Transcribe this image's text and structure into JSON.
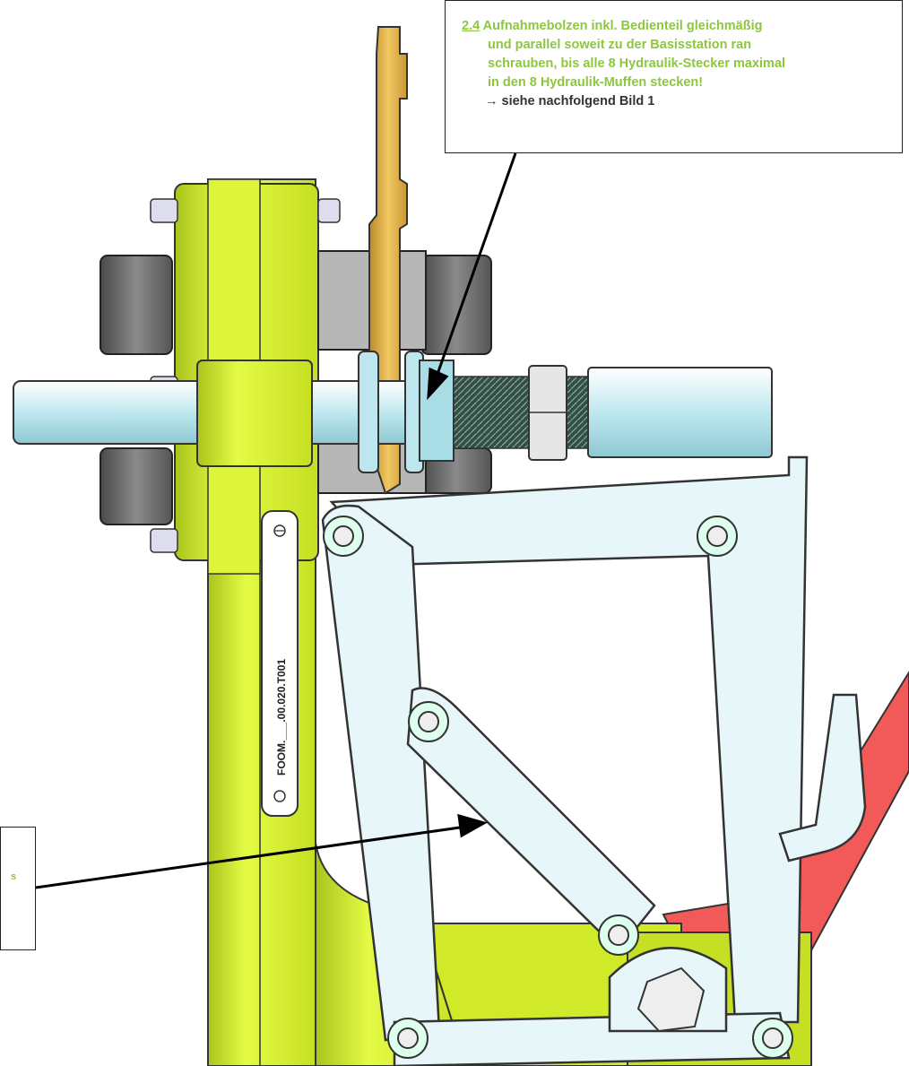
{
  "callout_top": {
    "step": "2.4",
    "line1": "Aufnahmebolzen inkl. Bedienteil gleichmäßig",
    "line2": "und parallel soweit zu der Basisstation ran",
    "line3": "schrauben, bis alle 8 Hydraulik-Stecker maximal",
    "line4": "in den 8 Hydraulik-Muffen stecken!",
    "ref_arrow": "→",
    "ref": "siehe nachfolgend Bild 1"
  },
  "callout_left": {
    "text": "s"
  },
  "part_plate": {
    "label": "FOOM.___.00.020.T001"
  },
  "colors": {
    "frame_yellow": "#d8f22a",
    "frame_shadow": "#9cb51a",
    "link_light": "#e6f6f9",
    "red_arm": "#f25a5a",
    "gear_gold": "#e0b24a",
    "knob_gray": "#6f6f6f",
    "annotation_green": "#8dc63f"
  }
}
